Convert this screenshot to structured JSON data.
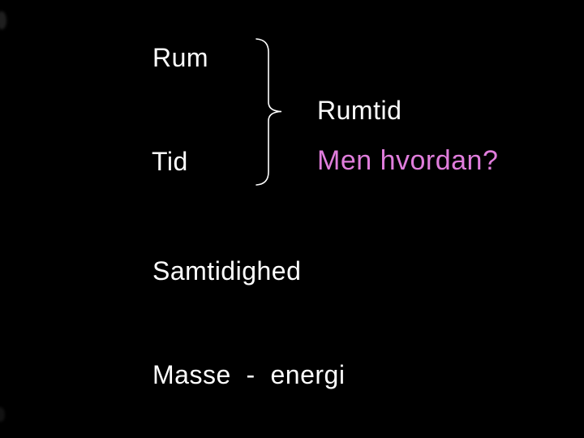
{
  "slide": {
    "background_color": "#000000",
    "text_color": "#ffffff",
    "accent_color": "#e07ddc",
    "lines": {
      "rum": "Rum",
      "tid": "Tid",
      "rumtid": "Rumtid",
      "men_hvordan": "Men hvordan?",
      "samtidighed": "Samtidighed",
      "masse_energi": "Masse  -  energi"
    },
    "brace": {
      "symbol": "}",
      "color": "#ffffff",
      "meaning": "groups Rum and Tid into Rumtid"
    }
  }
}
